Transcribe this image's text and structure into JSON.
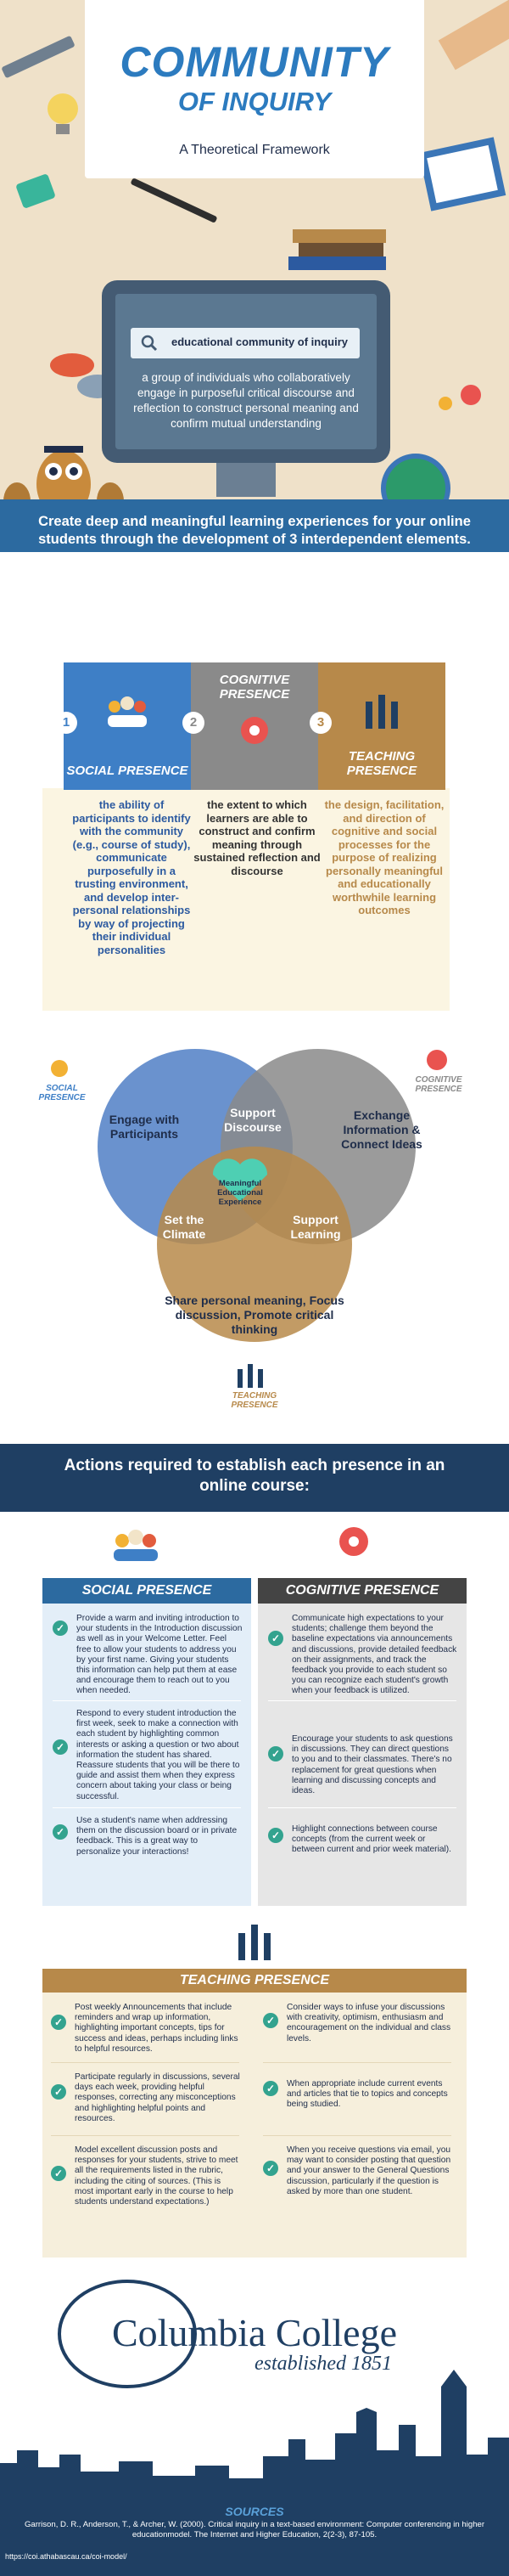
{
  "header": {
    "title_line1": "COMMUNITY",
    "title_line2": "OF INQUIRY",
    "subtitle": "A Theoretical Framework",
    "search_query": "educational community of inquiry",
    "definition": "a group of individuals who collaboratively engage in purposeful critical discourse and reflection to construct personal meaning and confirm mutual understanding",
    "banner": "Create deep and meaningful learning experiences for your online students through the development of 3 interdependent elements."
  },
  "puzzle": [
    {
      "number": "1",
      "label": "SOCIAL PRESENCE",
      "color": "#3e7fc6",
      "text": "the ability of participants to identify with the community (e.g., course of study), communicate purposefully in a trusting environment, and develop inter-personal relationships by way of projecting their individual personalities",
      "text_color": "#2c5aa0"
    },
    {
      "number": "2",
      "label": "COGNITIVE PRESENCE",
      "color": "#8a8a8a",
      "text": "the extent to which learners are able to construct and confirm meaning through sustained reflection and discourse",
      "text_color": "#333333"
    },
    {
      "number": "3",
      "label": "TEACHING PRESENCE",
      "color": "#b7894a",
      "text": "the design, facilitation, and direction of cognitive and social processes for the purpose of realizing personally meaningful and educationally worthwhile learning outcomes",
      "text_color": "#b7894a"
    }
  ],
  "venn": {
    "social_icon_label": "SOCIAL PRESENCE",
    "cognitive_icon_label": "COGNITIVE PRESENCE",
    "teaching_icon_label": "TEACHING PRESENCE",
    "social": "Engage with Participants",
    "cognitive": "Exchange Information & Connect Ideas",
    "teaching": "Share personal meaning, Focus discussion, Promote critical thinking",
    "social_cognitive": "Support Discourse",
    "social_teaching": "Set the Climate",
    "cognitive_teaching": "Support Learning",
    "center": "Meaningful Educational Experience"
  },
  "actions_title": "Actions required to establish each presence in an online course:",
  "social_card": {
    "title": "SOCIAL PRESENCE",
    "items": [
      "Provide a warm and inviting introduction to your students in the Introduction discussion as well as in your Welcome Letter. Feel free to allow your students to address you by your first name. Giving your students this information can help put them at ease and encourage them to reach out to you when needed.",
      "Respond to every student introduction the first week, seek to make a connection with each student by highlighting common interests or asking a question or two about information the student has shared. Reassure students that you will be there to guide and assist them when they express concern about taking your class or being successful.",
      "Use a student's name when addressing them on the discussion board or in private feedback. This is a great way to personalize your interactions!"
    ]
  },
  "cognitive_card": {
    "title": "COGNITIVE PRESENCE",
    "items": [
      "Communicate high expectations to your students; challenge them beyond the baseline expectations via announcements and discussions, provide detailed feedback on their assignments, and track the feedback you provide to each student so you can recognize each student's growth when your feedback is utilized.",
      "Encourage your students to ask questions in discussions. They can direct questions to you and to their classmates. There's no replacement for great questions when learning and discussing concepts and ideas.",
      "Highlight connections between course concepts (from the current week or between current and prior week material)."
    ]
  },
  "teaching_card": {
    "title": "TEACHING PRESENCE",
    "left_items": [
      "Post weekly Announcements that include reminders and wrap up information, highlighting important concepts, tips for success and ideas, perhaps including links to helpful resources.",
      "Participate regularly in discussions, several days each week, providing helpful responses, correcting any misconceptions and highlighting helpful points and resources.",
      "Model excellent discussion posts and responses for your students, strive to meet all the requirements listed in the rubric, including the citing of sources. (This is most important early in the course to help students understand expectations.)"
    ],
    "right_items": [
      "Consider ways to infuse your discussions with creativity, optimism, enthusiasm and encouragement on the individual and class levels.",
      "When appropriate include current events and articles that tie to topics and concepts being studied.",
      "When you receive questions via email, you may want to consider posting that question and your answer to the General Questions discussion, particularly if the question is asked by more than one student."
    ]
  },
  "footer": {
    "logo_name": "Columbia College",
    "logo_tagline": "established 1851",
    "sources_title": "SOURCES",
    "sources_text": "Garrison, D. R., Anderson, T., & Archer, W. (2000). Critical inquiry in a text-based environment: Computer conferencing in higher educationmodel. The Internet and Higher Education, 2(2-3), 87-105.",
    "sources_url": "https://coi.athabascau.ca/coi-model/"
  },
  "colors": {
    "social_blue": "#3e7fc6",
    "cognitive_gray": "#8a8a8a",
    "teaching_tan": "#b7894a",
    "navy": "#1f3f63",
    "check_teal": "#33a38f",
    "center_teal": "#4ecfb3"
  }
}
